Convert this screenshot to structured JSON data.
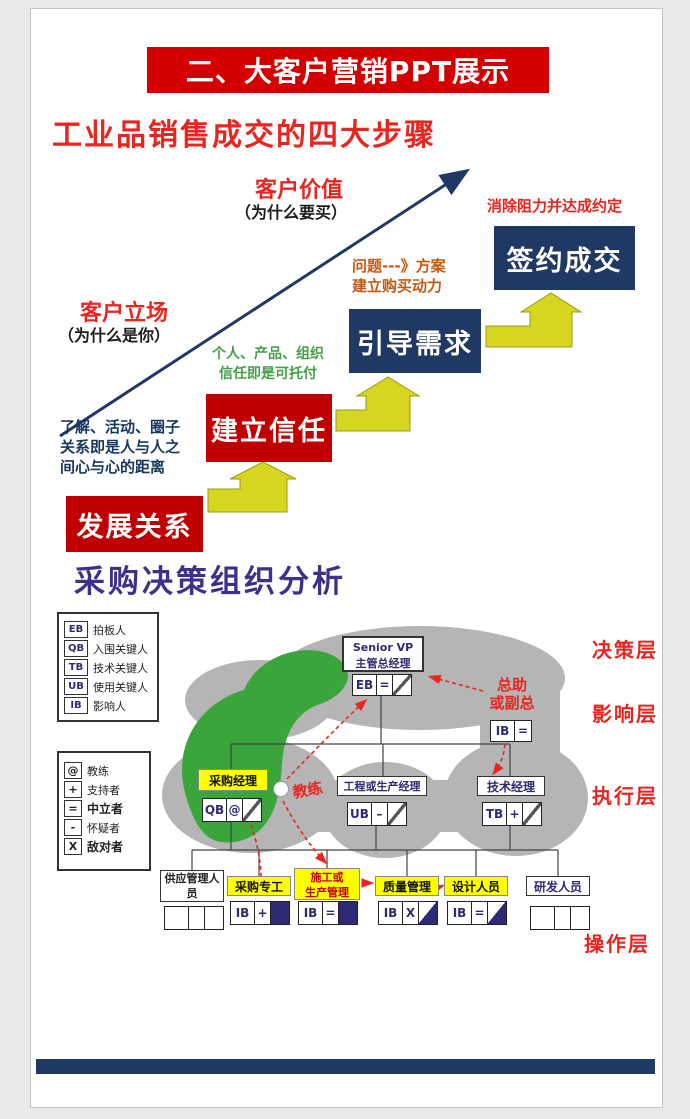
{
  "banner": {
    "text": "二、大客户营销PPT展示"
  },
  "section1": {
    "title": "工业品销售成交的四大步骤",
    "customer_value": {
      "title": "客户价值",
      "subtitle": "（为什么要买）"
    },
    "customer_stance": {
      "title": "客户立场",
      "subtitle": "（为什么是你）"
    },
    "steps": [
      {
        "label": "发展关系",
        "color": "#c00000"
      },
      {
        "label": "建立信任",
        "color": "#c00000"
      },
      {
        "label": "引导需求",
        "color": "#1f3864"
      },
      {
        "label": "签约成交",
        "color": "#1f3864"
      }
    ],
    "notes": {
      "closing": "消除阻力并达成约定",
      "demand_line1": "问题---》方案",
      "demand_line2": "建立购买动力",
      "trust_line1": "个人、产品、组织",
      "trust_line2": "信任即是可托付",
      "relation_line1": "了解、活动、圈子",
      "relation_line2": "关系即是人与人之",
      "relation_line3": "间心与心的距离"
    }
  },
  "section2": {
    "title": "采购决策组织分析",
    "legend_roles": [
      {
        "code": "EB",
        "label": "拍板人"
      },
      {
        "code": "QB",
        "label": "入围关键人"
      },
      {
        "code": "TB",
        "label": "技术关键人"
      },
      {
        "code": "UB",
        "label": "使用关键人"
      },
      {
        "code": "IB",
        "label": "影响人"
      }
    ],
    "legend_attitudes": [
      {
        "symbol": "@",
        "label": "教练"
      },
      {
        "symbol": "+",
        "label": "支持者"
      },
      {
        "symbol": "=",
        "label": "中立者"
      },
      {
        "symbol": "-",
        "label": "怀疑者"
      },
      {
        "symbol": "X",
        "label": "敌对者"
      }
    ],
    "nodes": {
      "senior_vp": {
        "line1": "Senior VP",
        "line2": "主管总经理",
        "tag": "EB",
        "attitude": "="
      },
      "assistant": {
        "line1": "总助",
        "line2": "或副总",
        "tag": "IB",
        "attitude": "="
      },
      "coach_label": "教练",
      "purchasing_mgr": {
        "label": "采购经理",
        "tag": "QB",
        "attitude": "@"
      },
      "engineering_mgr": {
        "label": "工程或生产经理",
        "tag": "UB",
        "attitude": "–"
      },
      "tech_mgr": {
        "label": "技术经理",
        "tag": "TB",
        "attitude": "+"
      },
      "bottom_row": [
        {
          "label1": "供应管理人",
          "label2": "员"
        },
        {
          "label": "采购专工",
          "tag": "IB",
          "attitude": "+"
        },
        {
          "label1": "施工或",
          "label2": "生产管理",
          "tag": "IB",
          "attitude": "="
        },
        {
          "label": "质量管理",
          "tag": "IB",
          "attitude": "X"
        },
        {
          "label": "设计人员",
          "tag": "IB",
          "attitude": "="
        },
        {
          "label": "研发人员"
        }
      ]
    },
    "layers": [
      "决策层",
      "影响层",
      "执行层",
      "操作层"
    ]
  },
  "colors": {
    "banner_bg": "#d40000",
    "title_red": "#e8251f",
    "step_red": "#c00000",
    "step_navy": "#1f3864",
    "arrow_yellow": "#d6d620",
    "blob_gray": "#b5b5b5",
    "blob_green": "#3aa53a",
    "node_yellow": "#ffff00",
    "navy_text": "#2e2a75",
    "orange_note": "#c55a11",
    "green_note": "#43a047",
    "purple_title": "#40308a"
  }
}
